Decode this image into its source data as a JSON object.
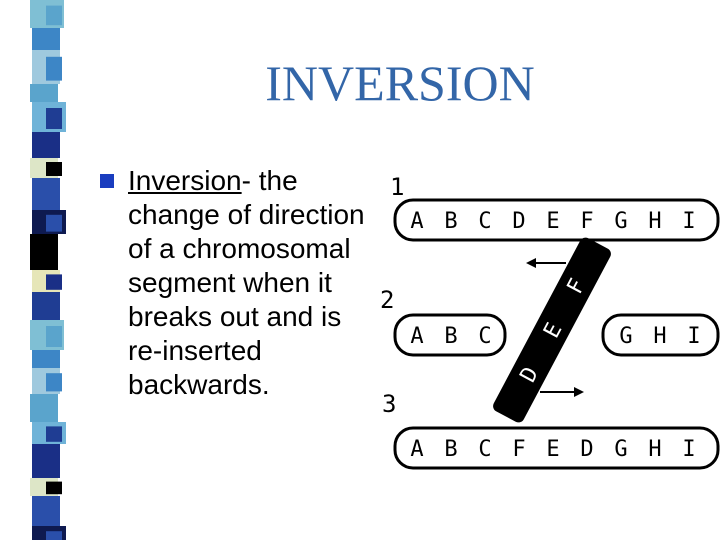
{
  "slide": {
    "title": "INVERSION",
    "bullet": {
      "term": "Inversion",
      "rest": "- the change of direction of a chromosomal segment when it breaks out and is re-inserted backwards."
    }
  },
  "diagram": {
    "steps": [
      {
        "label": "1",
        "genes": [
          "A",
          "B",
          "C",
          "D",
          "E",
          "F",
          "G",
          "H",
          "I"
        ]
      },
      {
        "label": "2",
        "left_genes": [
          "A",
          "B",
          "C"
        ],
        "right_genes": [
          "G",
          "H",
          "I"
        ],
        "segment": [
          "D",
          "E",
          "F"
        ]
      },
      {
        "label": "3",
        "genes": [
          "A",
          "B",
          "C",
          "F",
          "E",
          "D",
          "G",
          "H",
          "I"
        ]
      }
    ]
  },
  "colors": {
    "title": "#3366a8",
    "bullet": "#1a3dbf"
  }
}
